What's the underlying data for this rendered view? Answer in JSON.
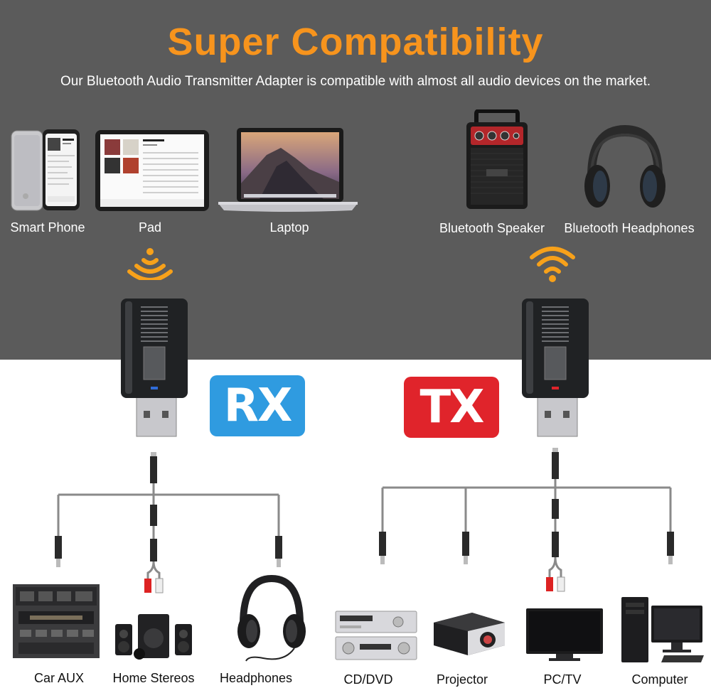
{
  "header": {
    "title": "Super Compatibility",
    "subtitle": "Our Bluetooth Audio Transmitter Adapter is compatible with almost all audio devices on the market."
  },
  "source_devices": [
    {
      "label": "Smart Phone",
      "icon": "smartphone-icon"
    },
    {
      "label": "Pad",
      "icon": "tablet-icon"
    },
    {
      "label": "Laptop",
      "icon": "laptop-icon"
    }
  ],
  "sink_devices": [
    {
      "label": "Bluetooth Speaker",
      "icon": "speaker-icon"
    },
    {
      "label": "Bluetooth Headphones",
      "icon": "headphones-icon"
    }
  ],
  "modes": {
    "rx": {
      "label": "RX",
      "color": "#2f9be0"
    },
    "tx": {
      "label": "TX",
      "color": "#e0242b"
    }
  },
  "rx_outputs": [
    {
      "label": "Car AUX",
      "icon": "car-dashboard-icon"
    },
    {
      "label": "Home Stereos",
      "icon": "home-stereo-icon"
    },
    {
      "label": "Headphones",
      "icon": "wired-headphones-icon"
    }
  ],
  "tx_inputs": [
    {
      "label": "CD/DVD",
      "icon": "cd-player-icon"
    },
    {
      "label": "Projector",
      "icon": "projector-icon"
    },
    {
      "label": "PC/TV",
      "icon": "tv-icon"
    },
    {
      "label": "Computer",
      "icon": "computer-icon"
    }
  ],
  "colors": {
    "title": "#f7941d",
    "background_top": "#5b5b5b",
    "wifi": "#f7a11a"
  }
}
